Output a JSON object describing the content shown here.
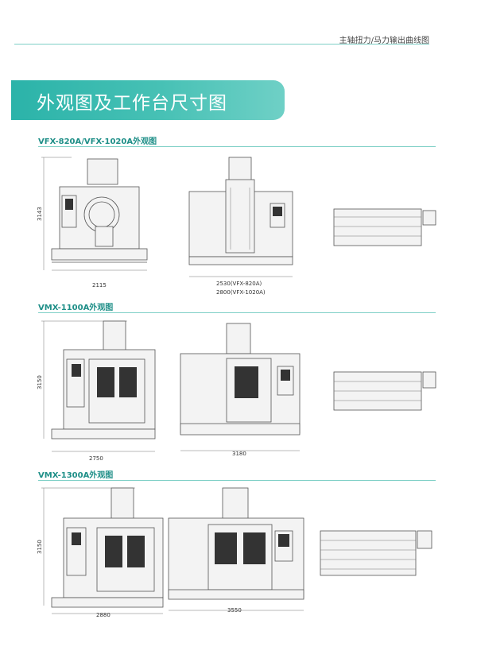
{
  "header": {
    "text": "主轴扭力/马力输出曲线图"
  },
  "banner": {
    "title": "外观图及工作台尺寸图"
  },
  "sections": [
    {
      "title": "VFX-820A/VFX-1020A外观图",
      "front_height": "3143",
      "front_width": "2115",
      "side_width_a": "2530(VFX-820A)",
      "side_width_b": "2800(VFX-1020A)"
    },
    {
      "title": "VMX-1100A外观图",
      "front_height": "3150",
      "front_width": "2750",
      "side_width": "3180"
    },
    {
      "title": "VMX-1300A外观图",
      "front_height": "3150",
      "front_width": "2880",
      "side_width": "3550"
    }
  ],
  "colors": {
    "accent": "#2bb3a9",
    "rule": "#7fd0c7",
    "section_title": "#1f8f88"
  }
}
